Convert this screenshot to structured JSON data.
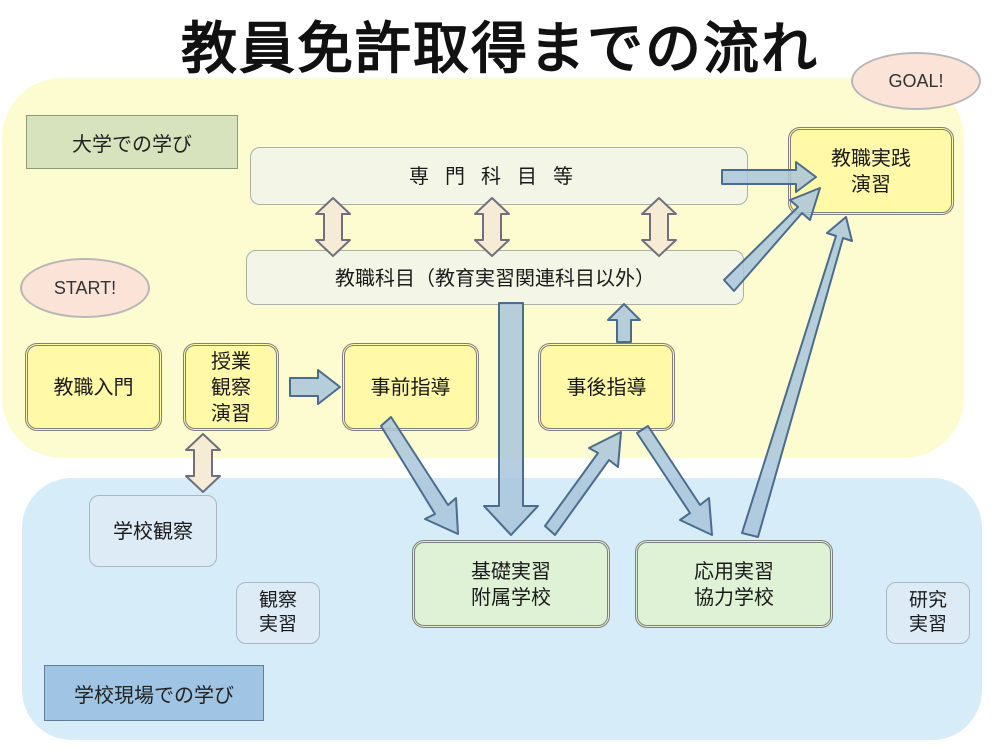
{
  "title": "教員免許取得までの流れ",
  "zones": {
    "university": "大学での学び",
    "school": "学校現場での学び"
  },
  "markers": {
    "start": "START!",
    "goal": "GOAL!"
  },
  "nodes": {
    "senmon": "専門科目等",
    "kyoshoku_kamoku": "教職科目（教育実習関連科目以外）",
    "kyoshoku_nyumon": "教職入門",
    "jugyo_kansatsu": "授業\n観察\n演習",
    "jizen": "事前指導",
    "jigo": "事後指導",
    "kyoshoku_jissen": "教職実践\n演習",
    "gakko_kansatsu": "学校観察",
    "kiso_jisshu": "基礎実習\n附属学校",
    "oyo_jisshu": "応用実習\n協力学校",
    "kansatsu_jisshu": "観察\n実習",
    "kenkyu_jisshu": "研究\n実習"
  },
  "colors": {
    "university_zone": "#fdfbcd",
    "school_zone": "#d6ecf9",
    "arrow_fill": "#a9c6dc",
    "double_arrow_fill": "#f6ecd6",
    "marker_fill": "#fbe3d8"
  }
}
